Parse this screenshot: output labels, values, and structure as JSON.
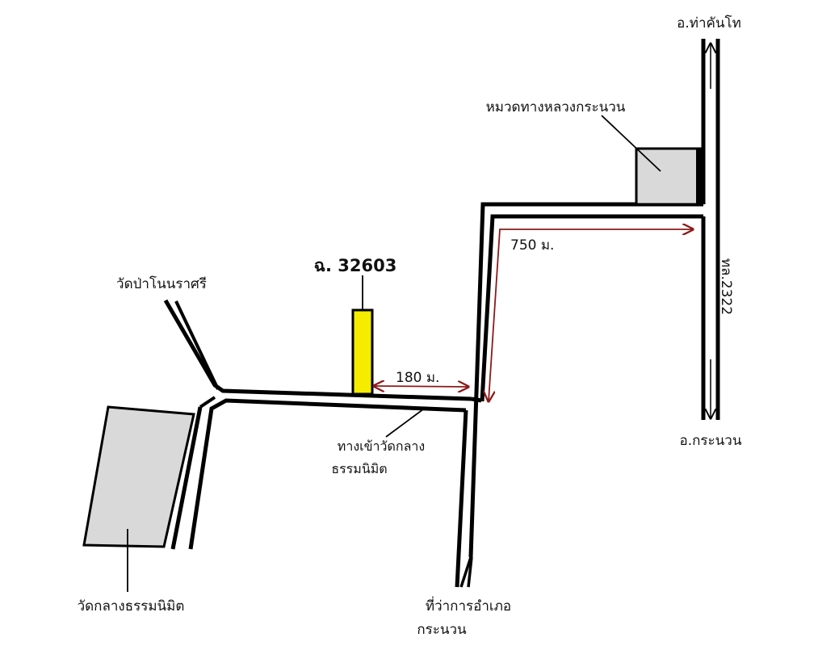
{
  "labels": {
    "tha_khantho": "อ.ท่าคันโท",
    "highway_unit": "หมวดทางหลวงกระนวน",
    "road_no": "ทล.2322",
    "kranuan_district": "อ.กระนวน",
    "dist_750": "750 ม.",
    "dist_180": "180 ม.",
    "plot_no": "ฉ. 32603",
    "wat_pa": "วัดป่าโนนราศรี",
    "entrance_line1": "ทางเข้าวัดกลาง",
    "entrance_line2": "ธรรมนิมิต",
    "wat_klang": "วัดกลางธรรมนิมิต",
    "office_line1": "ที่ว่าการอำเภอ",
    "office_line2": "กระนวน"
  },
  "colors": {
    "road": "#000000",
    "building": "#d9d9d9",
    "plot": "#f5ec00",
    "distance_arrow": "#8b1a1a"
  }
}
